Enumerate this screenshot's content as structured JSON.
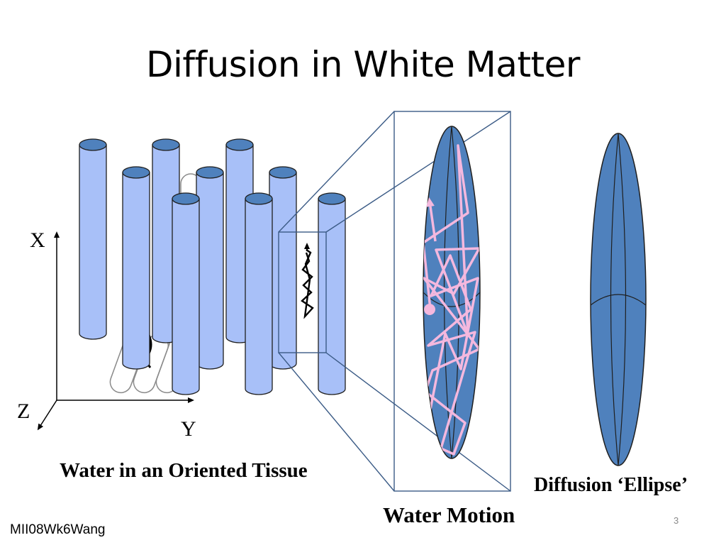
{
  "slide": {
    "title": "Diffusion in White Matter",
    "footer": "MII08Wk6Wang",
    "slide_number": "3"
  },
  "axes": {
    "x_label": "X",
    "y_label": "Y",
    "z_label": "Z"
  },
  "captions": {
    "tissue": "Water in an Oriented Tissue",
    "motion": "Water Motion",
    "ellipse": "Diffusion ‘Ellipse’"
  },
  "colors": {
    "fiber_fill": "#a8c0f8",
    "fiber_top": "#4f81bd",
    "fiber_stroke": "#1f1f1f",
    "ellipsoid_fill": "#4f81bd",
    "motion_path": "#f4b8de",
    "box_stroke": "#3b5b86"
  }
}
